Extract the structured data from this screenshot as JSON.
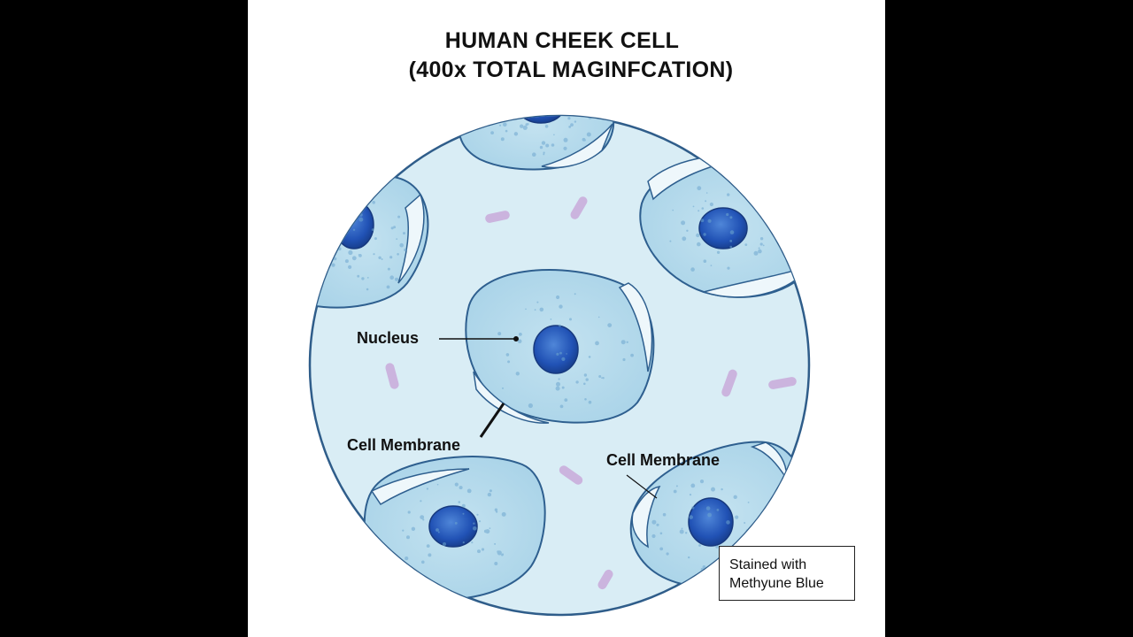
{
  "title": {
    "line1": "HUMAN CHEEK CELL",
    "line2": "(400x TOTAL MAGINFCATION)"
  },
  "labels": {
    "nucleus": "Nucleus",
    "cell_membrane_left": "Cell Membrane",
    "cell_membrane_right": "Cell Membrane"
  },
  "note": {
    "line1": "Stained with",
    "line2": "Methyune Blue"
  },
  "colors": {
    "field": "#d7ecf4",
    "cytoplasm": "#b9dcec",
    "membrane": "#2e5f8f",
    "nucleus": "#2356b8",
    "bacteria": "#c8a8d8"
  }
}
